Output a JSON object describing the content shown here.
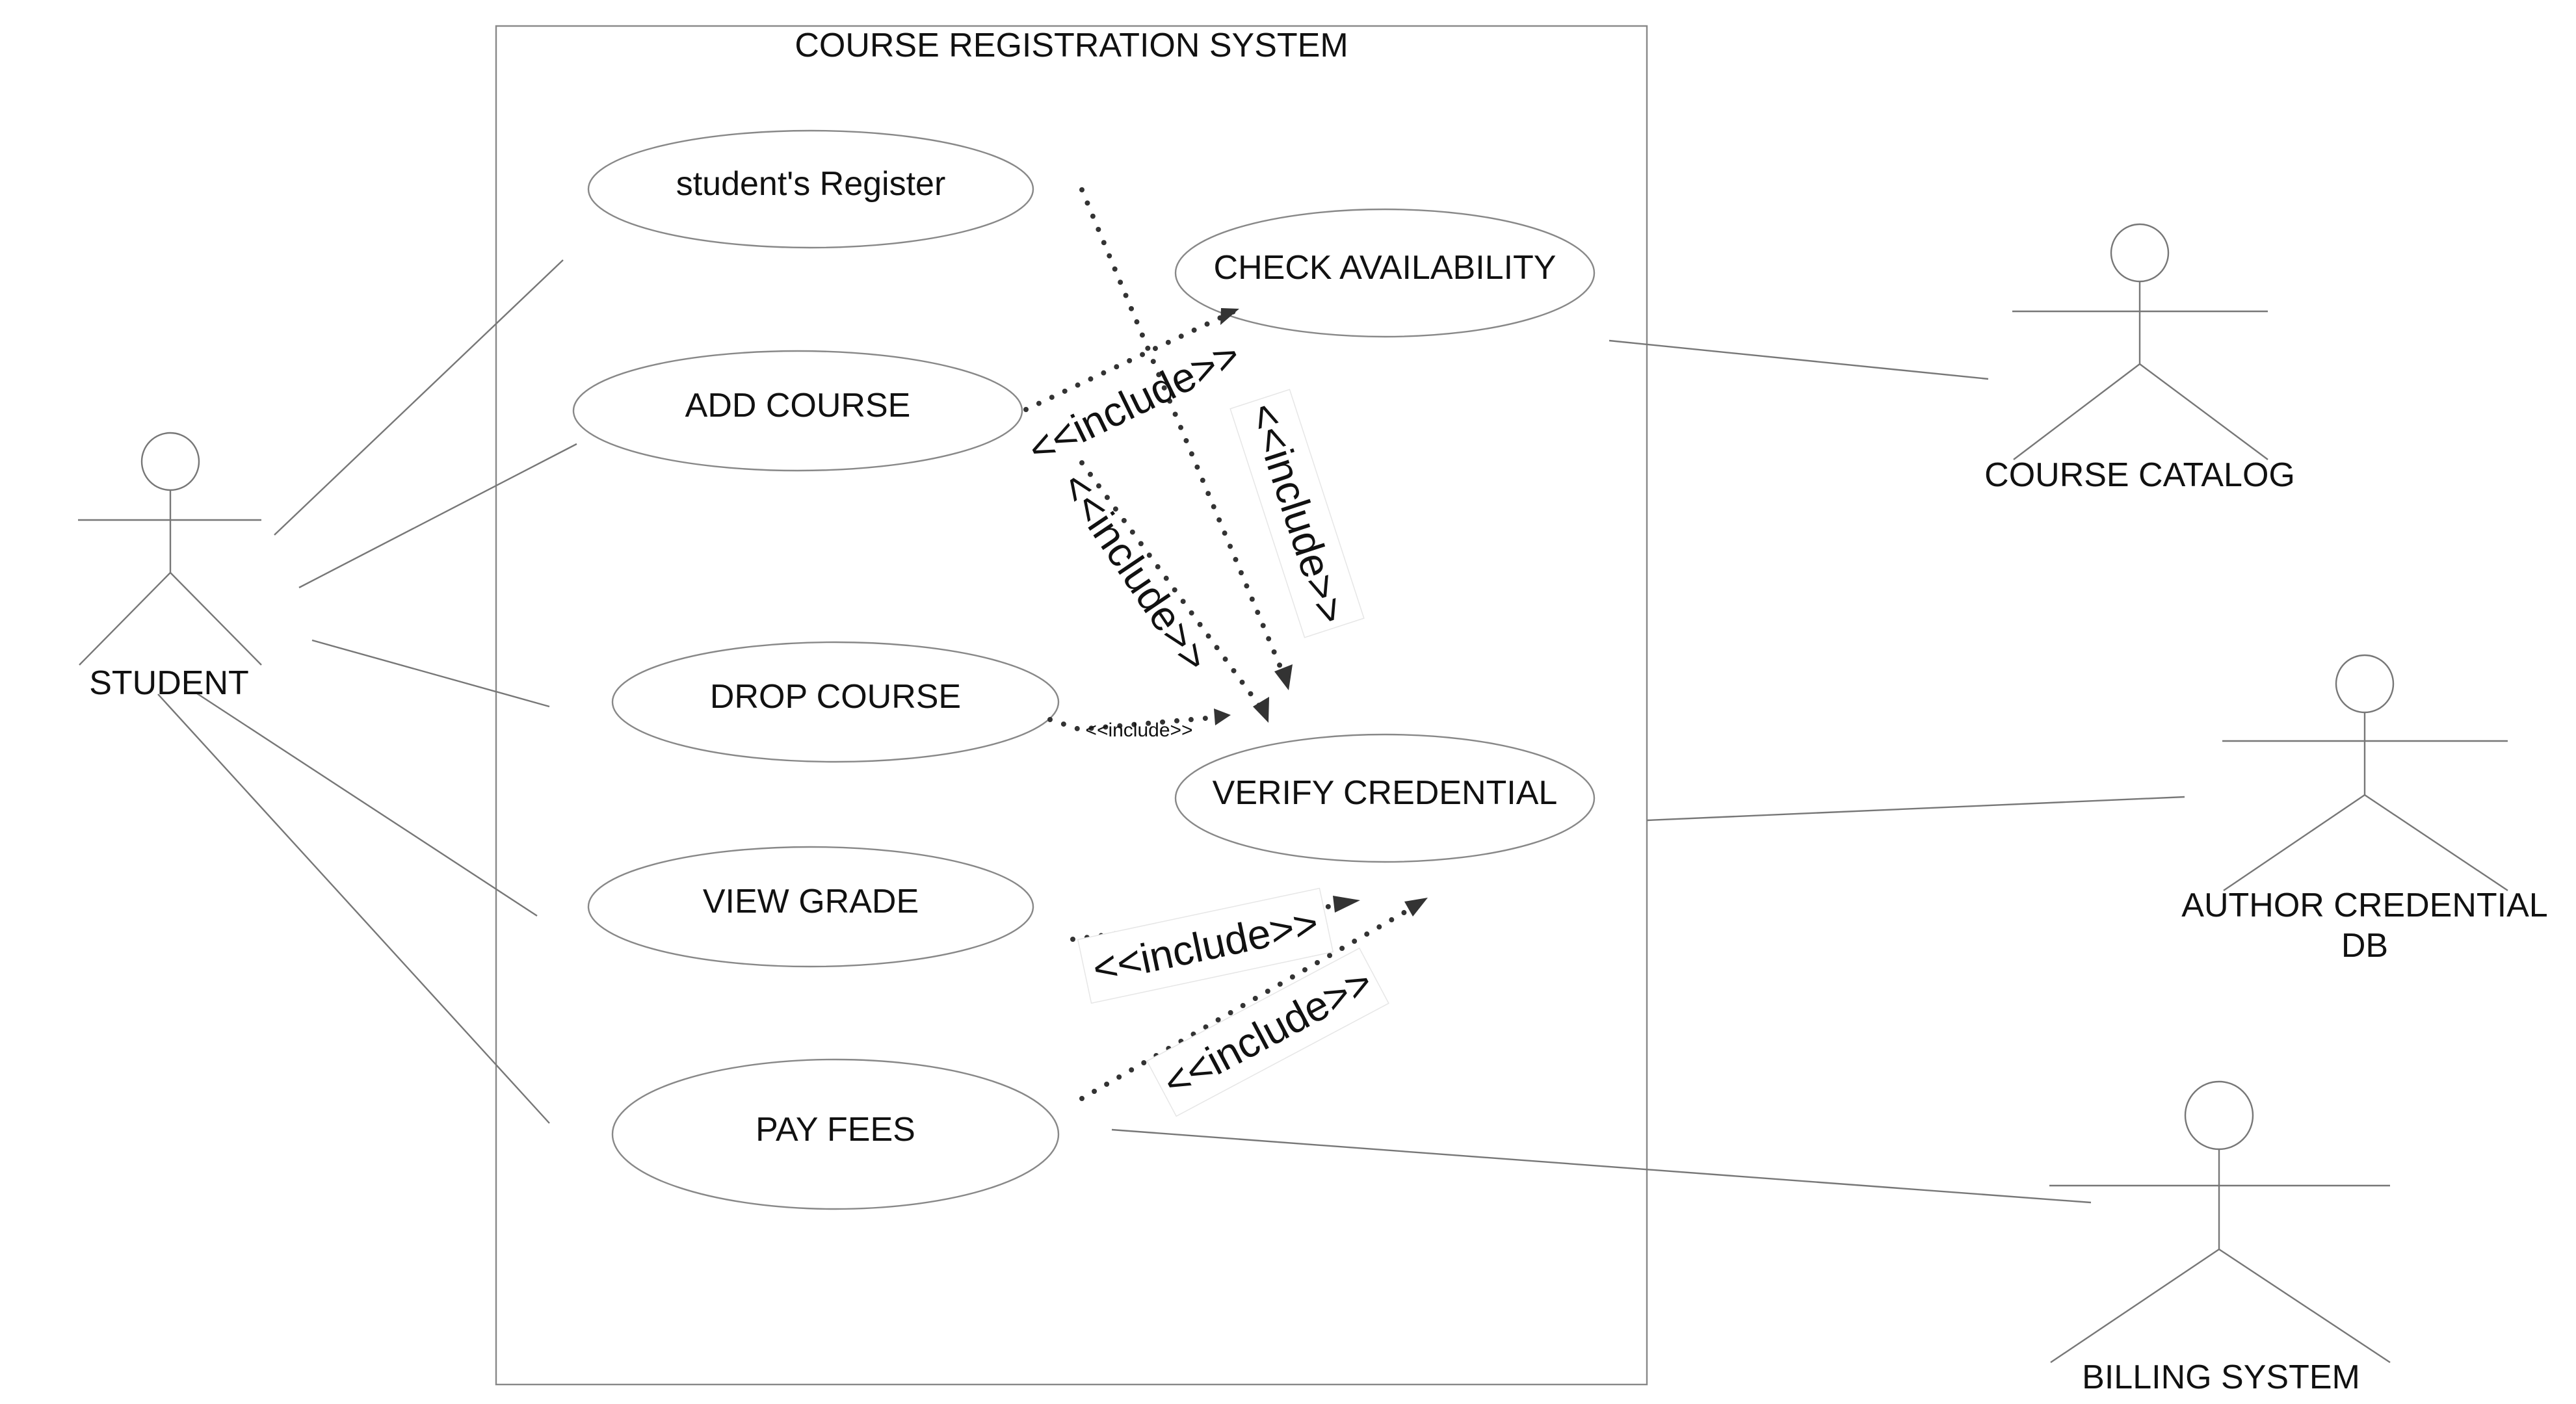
{
  "diagram": {
    "system_title": "COURSE REGISTRATION SYSTEM",
    "actors": {
      "student": "STUDENT",
      "course_catalog": "COURSE CATALOG",
      "author_db_line1": "AUTHOR CREDENTIAL",
      "author_db_line2": "DB",
      "billing": "BILLING SYSTEM"
    },
    "use_cases": {
      "register": "student's Register",
      "add_course": "ADD COURSE",
      "drop_course": "DROP COURSE",
      "view_grade": "VIEW GRADE",
      "pay_fees": "PAY FEES",
      "check_availability": "CHECK AVAILABILITY",
      "verify_credential": "VERIFY CREDENTIAL"
    },
    "include_labels": {
      "add_to_check": "<<include>>",
      "register_to_verify": "<<include>>",
      "add_to_verify": "<<include>>",
      "drop_to_verify": "<<include>>",
      "view_grade_include": "<<include>>",
      "pay_fees_include": "<<include>>"
    },
    "colors": {
      "lines": "#777777",
      "dotted": "#333333",
      "text": "#111111",
      "background": "#ffffff"
    }
  }
}
